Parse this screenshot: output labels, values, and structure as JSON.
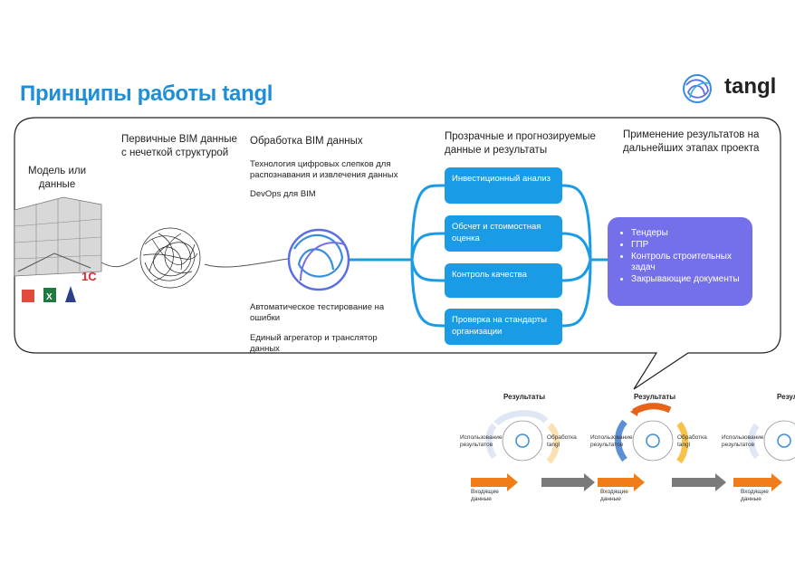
{
  "title": "Принципы работы tangl",
  "logo": {
    "text": "tangl",
    "icon": "tangl-logo-icon"
  },
  "columns": {
    "model": "Модель или данные",
    "raw": "Первичные BIM данные с нечеткой структурой",
    "processing": {
      "heading": "Обработка BIM данных",
      "line1": "Технология цифровых слепков для распознавания и извлечения данных",
      "line2": "DevOps для BIM",
      "bottom1": "Автоматическое тестирование на ошибки",
      "bottom2": "Единый агрегатор и транслятор данных"
    },
    "transparent": "Прозрачные и прогнозируемые данные и результаты",
    "application": "Применение результатов на дальнейших этапах проекта"
  },
  "outputs": [
    "Инвестиционный анализ",
    "Обсчет и стоимостная оценка",
    "Контроль качества",
    "Проверка на стандарты организации"
  ],
  "results_list": [
    "Тендеры",
    "ГПР",
    "Контроль строительных задач",
    "Закрывающие документы"
  ],
  "cycle": {
    "results": "Результаты",
    "usage": "Использование результатов",
    "processing": "Обработка tangl",
    "incoming": "Входящие данные"
  },
  "colors": {
    "accent": "#1e8fd6",
    "box": "#1a9be6",
    "purple": "#7470ea",
    "orange": "#f07d1a",
    "gray": "#7a7a7a"
  }
}
